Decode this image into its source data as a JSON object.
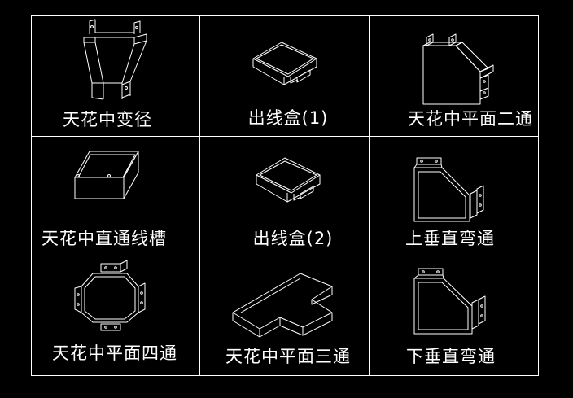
{
  "colors": {
    "background": "#000000",
    "line": "#ffffff"
  },
  "grid": {
    "rows": 3,
    "cols": 3
  },
  "cells": [
    {
      "id": "ceiling-reducer",
      "label": "天花中变径"
    },
    {
      "id": "outlet-box-1",
      "label": "出线盒(1)"
    },
    {
      "id": "ceiling-flat-elbow",
      "label": "天花中平面二通"
    },
    {
      "id": "ceiling-straight-trough",
      "label": "天花中直通线槽"
    },
    {
      "id": "outlet-box-2",
      "label": "出线盒(2)"
    },
    {
      "id": "vertical-up-elbow",
      "label": "上垂直弯通"
    },
    {
      "id": "ceiling-flat-cross",
      "label": "天花中平面四通"
    },
    {
      "id": "ceiling-flat-tee",
      "label": "天花中平面三通"
    },
    {
      "id": "vertical-down-elbow",
      "label": "下垂直弯通"
    }
  ]
}
